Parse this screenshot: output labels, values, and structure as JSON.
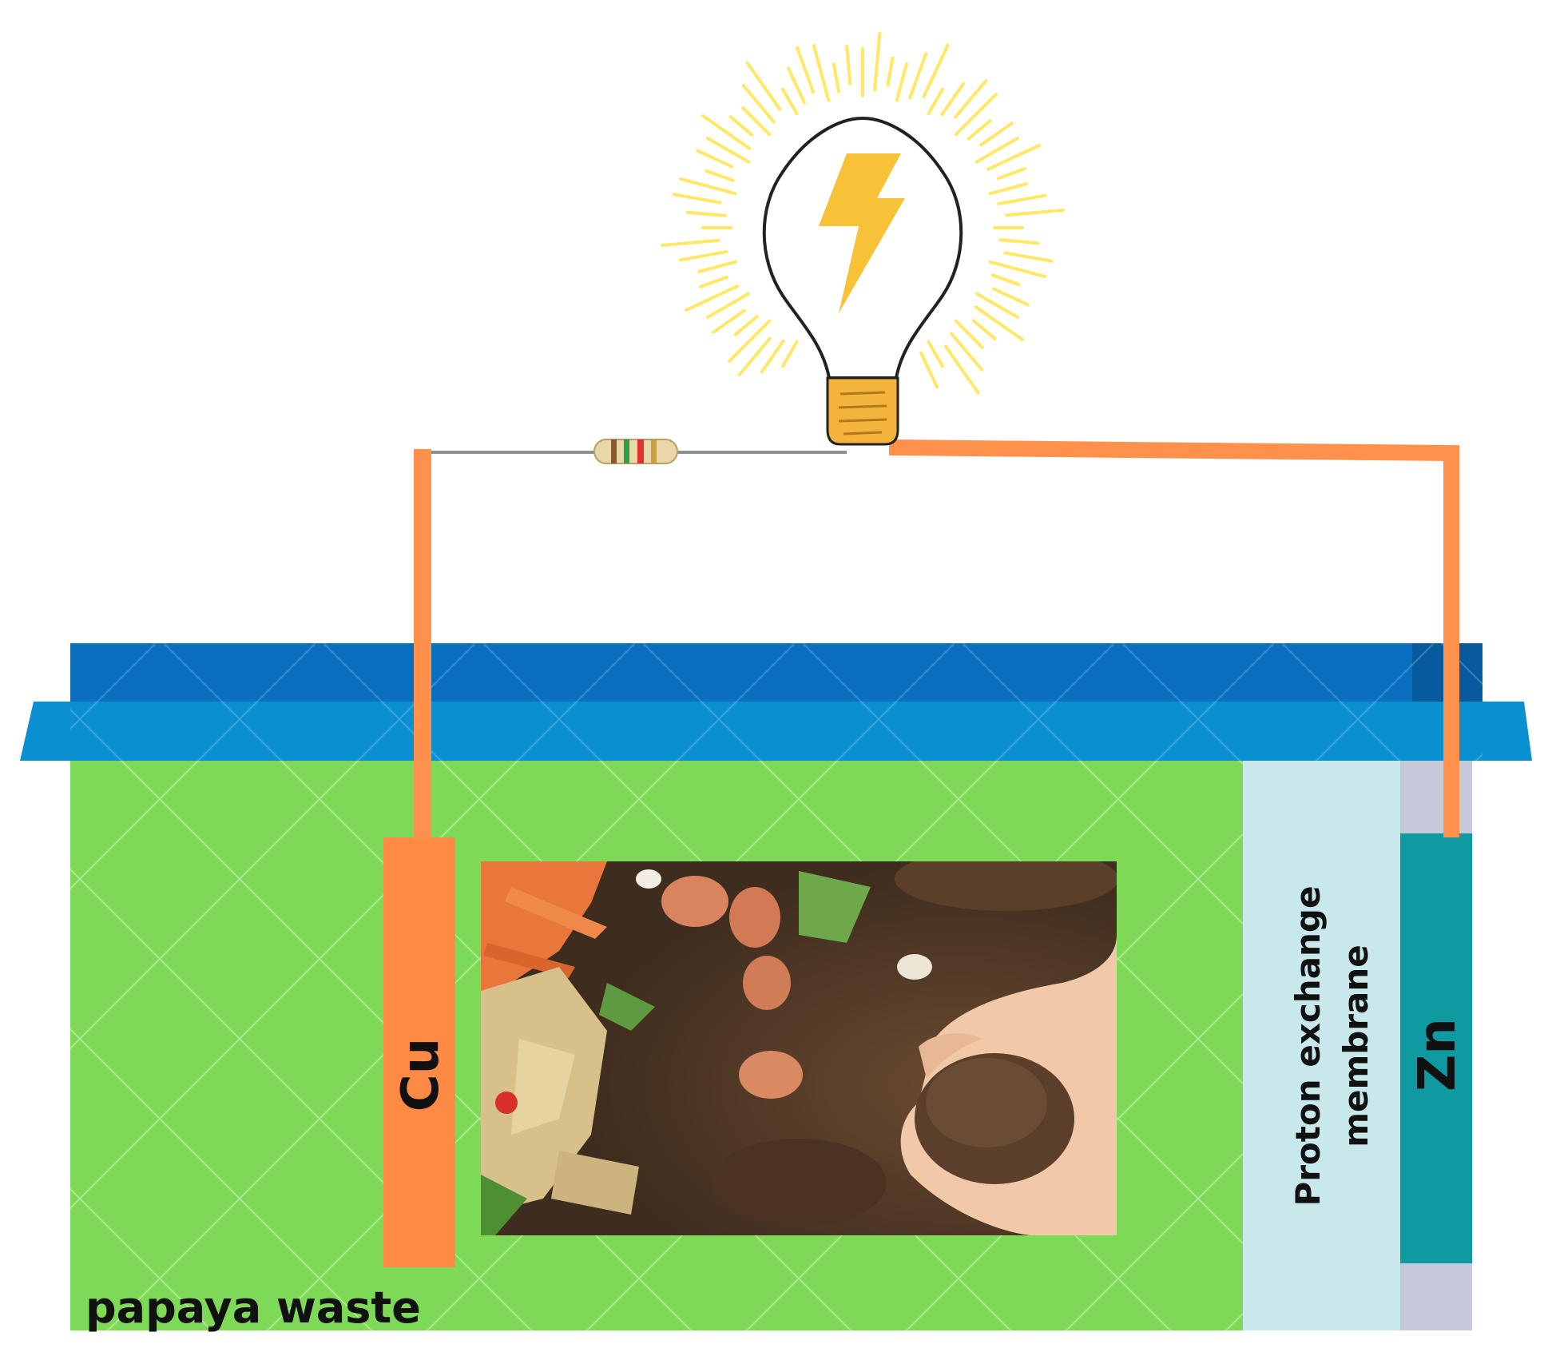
{
  "labels": {
    "cu": "Cu",
    "zn": "Zn",
    "membrane_line1": "Proton exchange",
    "membrane_line2": "membrane",
    "substrate": "papaya waste"
  },
  "colors": {
    "wire": "#FF914D",
    "electrode_cu": "#FF8A45",
    "electrode_zn": "#0E9AA0",
    "container": "#7ED957",
    "lid_top": "#0A6FBF",
    "lid_front": "#0A8FD1",
    "membrane": "#C8E8EC",
    "zn_chamber": "#C5C9DA",
    "bulb_glow": "#FFE866",
    "bolt": "#F7C238",
    "bulb_base": "#F3B33D"
  },
  "icons": {
    "bulb": "lightbulb-icon",
    "resistor": "resistor-icon",
    "photo": "compost-photo"
  }
}
